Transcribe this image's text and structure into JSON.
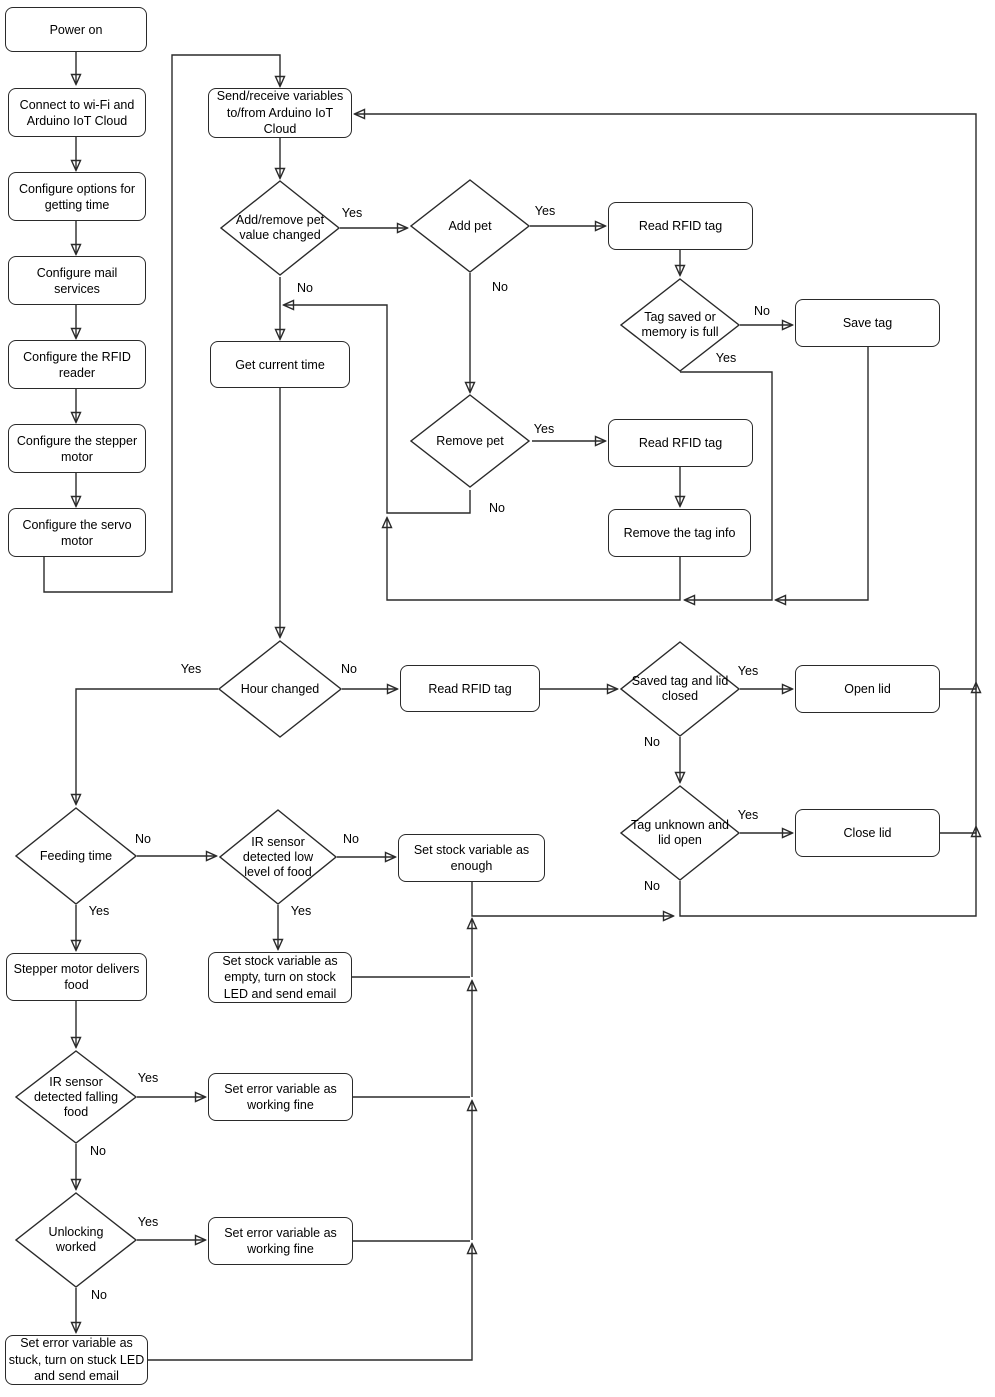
{
  "flow": {
    "process": {
      "power_on": "Power on",
      "connect_wifi": "Connect to wi-Fi and Arduino IoT Cloud",
      "config_time": "Configure options for getting time",
      "config_mail": "Configure mail services",
      "config_rfid": "Configure the RFID reader",
      "config_stepper": "Configure the stepper motor",
      "config_servo": "Configure the servo motor",
      "send_receive": "Send/receive variables to/from Arduino IoT Cloud",
      "get_time": "Get current time",
      "read_rfid": "Read RFID tag",
      "save_tag": "Save tag",
      "remove_tag_info": "Remove the tag info",
      "open_lid": "Open lid",
      "close_lid": "Close lid",
      "stock_enough": "Set stock variable as enough",
      "stock_empty": "Set stock variable as empty, turn on stock LED and send email",
      "stepper_delivers": "Stepper motor delivers food",
      "error_fine": "Set error variable as working fine",
      "error_stuck": "Set error variable as stuck, turn on stuck LED and send email"
    },
    "decision": {
      "add_remove": "Add/remove pet value changed",
      "add_pet": "Add pet",
      "remove_pet": "Remove pet",
      "tag_saved": "Tag saved or memory is full",
      "hour_changed": "Hour changed",
      "saved_tag_lid": "Saved tag and lid closed",
      "tag_unknown": "Tag unknown and lid open",
      "feeding_time": "Feeding time",
      "ir_low": "IR sensor detected low level of food",
      "ir_falling": "IR sensor detected falling food",
      "unlocking": "Unlocking worked"
    },
    "labels": {
      "yes": "Yes",
      "no": "No"
    }
  }
}
